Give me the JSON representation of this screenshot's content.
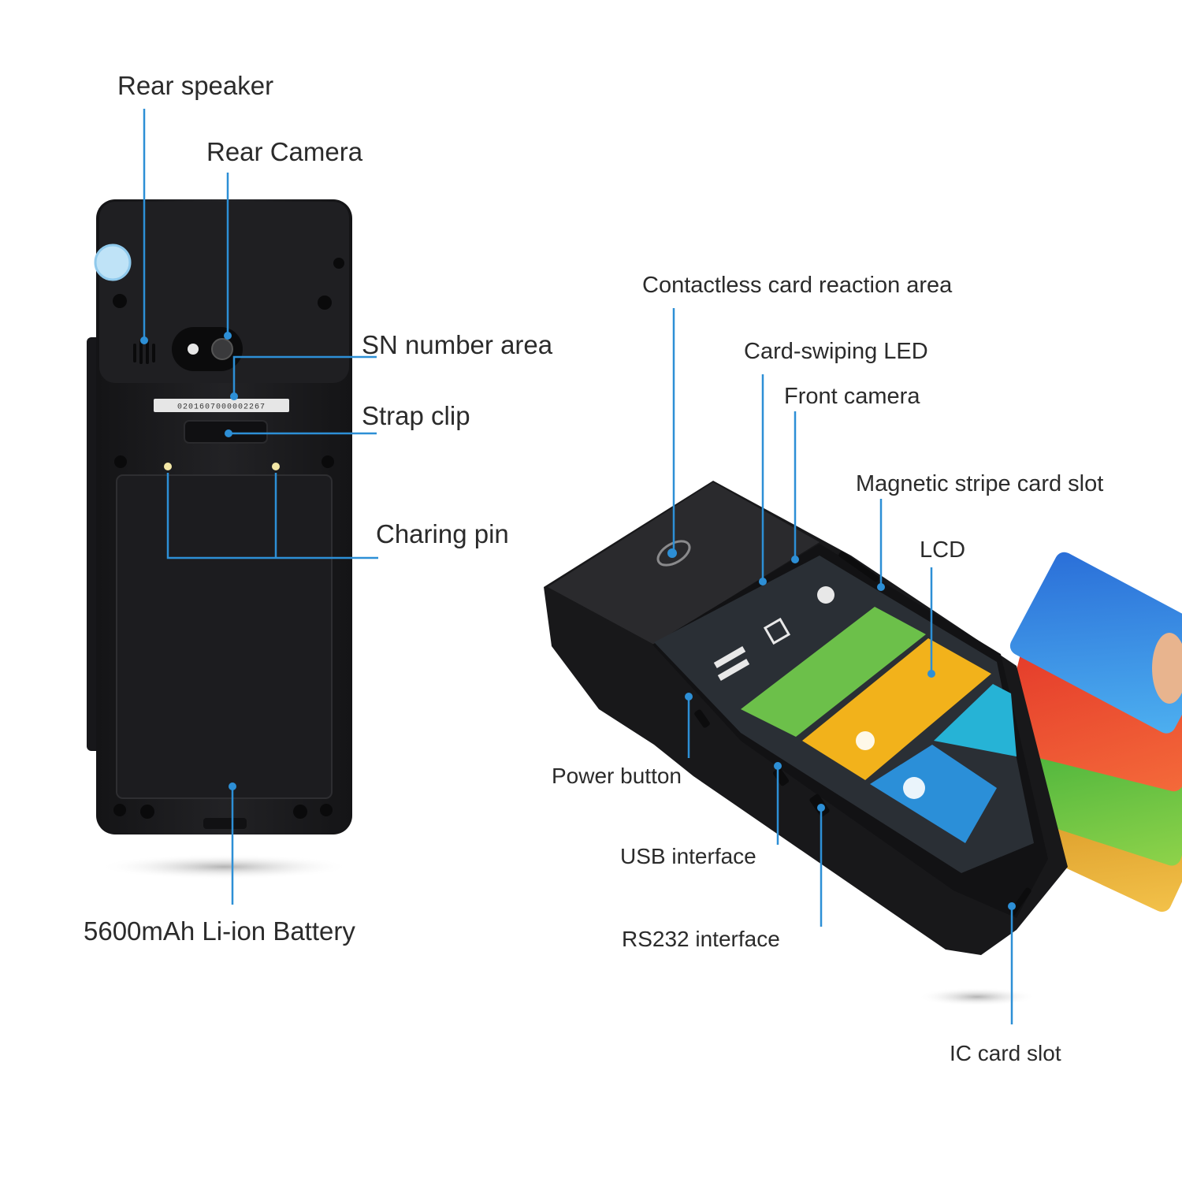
{
  "colors": {
    "leader": "#2d8fd6",
    "device_body": "#1d1d1f",
    "device_edge": "#2c2c2e",
    "screen_green": "#6cc04a",
    "screen_yellow": "#f2b21b",
    "screen_blue": "#2b8fd8",
    "screen_teal": "#26b3d6"
  },
  "rear_view": {
    "serial_number": "0201607000002267",
    "labels": {
      "rear_speaker": "Rear speaker",
      "rear_camera": "Rear Camera",
      "sn_number_area": "SN number area",
      "strap_clip": "Strap clip",
      "charging_pin": "Charing pin",
      "battery": "5600mAh  Li-ion Battery"
    }
  },
  "front_view": {
    "labels": {
      "contactless_area": "Contactless card reaction area",
      "card_swiping_led": "Card-swiping LED",
      "front_camera": "Front camera",
      "magnetic_slot": "Magnetic stripe card slot",
      "lcd": "LCD",
      "power_button": "Power button",
      "usb_interface": "USB interface",
      "rs232_interface": "RS232 interface",
      "ic_card_slot": "IC card slot"
    }
  }
}
